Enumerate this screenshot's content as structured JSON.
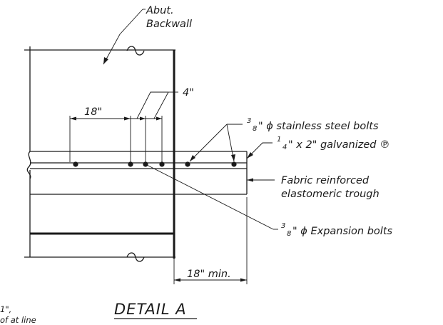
{
  "labels": {
    "abutment_line1": "Abut.",
    "abutment_line2": "Backwall",
    "dim_18": "18\"",
    "dim_4": "4\"",
    "ss_bolts_frac": "3",
    "ss_bolts_den": "8",
    "ss_bolts_text": "\" ϕ stainless steel bolts",
    "plate_frac": "1",
    "plate_den": "4",
    "plate_text": "\" x 2\" galvanized ℗",
    "trough_line1": "Fabric reinforced",
    "trough_line2": "elastomeric trough",
    "exp_bolts_frac": "3",
    "exp_bolts_den": "8",
    "exp_bolts_text": "\" ϕ Expansion bolts",
    "dim_18_min": "18\" min.",
    "title": "DETAIL A",
    "note_line1": "1\",",
    "note_line2": "of at line"
  }
}
